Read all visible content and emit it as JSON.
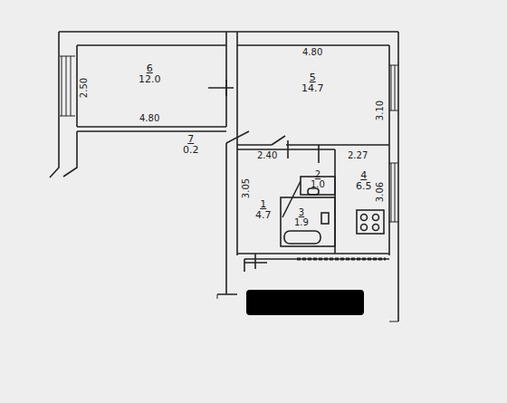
{
  "diagram": {
    "nodes": [
      {
        "text": [
          "6",
          "12.0"
        ]
      },
      {
        "text": [
          "5",
          "14.7"
        ]
      },
      {
        "text": [
          "7",
          "0.2"
        ]
      },
      {
        "text": [
          "1",
          "4.7"
        ]
      },
      {
        "text": [
          "2",
          "1.0"
        ]
      },
      {
        "text": [
          "4",
          "6.5"
        ]
      },
      {
        "text": [
          "3",
          "1.9"
        ]
      }
    ],
    "labels": [
      "2.50",
      "4.80",
      "4.80",
      "3.10",
      "2.40",
      "2.27",
      "3.05",
      "3.06"
    ]
  }
}
